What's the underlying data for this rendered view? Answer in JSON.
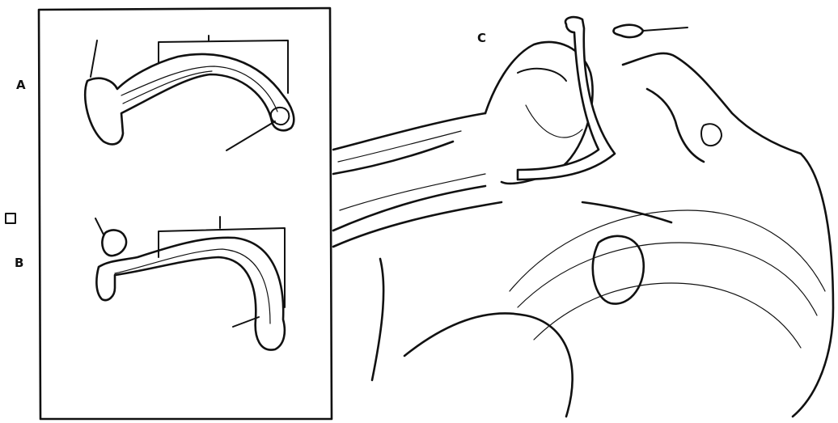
{
  "labels": {
    "panel_a": "A",
    "panel_b": "B",
    "panel_c": "C"
  },
  "colors": {
    "ink": "#111111",
    "paper": "#ffffff"
  }
}
